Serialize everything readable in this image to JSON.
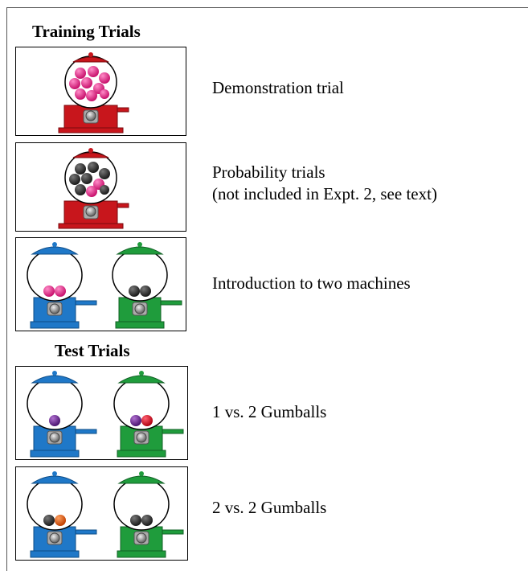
{
  "headings": {
    "training": "Training Trials",
    "test": "Test Trials"
  },
  "rows": [
    {
      "id": "demonstration",
      "section": "training",
      "text": [
        "Demonstration trial"
      ]
    },
    {
      "id": "probability",
      "section": "training",
      "text": [
        "Probability trials",
        "(not included in Expt. 2, see text)"
      ]
    },
    {
      "id": "two-machines",
      "section": "training",
      "text": [
        "Introduction to two machines"
      ]
    },
    {
      "id": "one-vs-two",
      "section": "test",
      "text": [
        "1 vs. 2 Gumballs"
      ]
    },
    {
      "id": "two-vs-two",
      "section": "test",
      "text": [
        "2 vs. 2 Gumballs"
      ]
    }
  ],
  "colors": {
    "red_machine": "#c8161c",
    "blue_machine": "#1f78c8",
    "green_machine": "#1f9c3c",
    "pink_gumball": "#e8218c",
    "black_gumball": "#2b2b2b",
    "purple_gumball": "#6a2a8c",
    "red_gumball": "#e01020",
    "orange_gumball": "#e86010"
  }
}
